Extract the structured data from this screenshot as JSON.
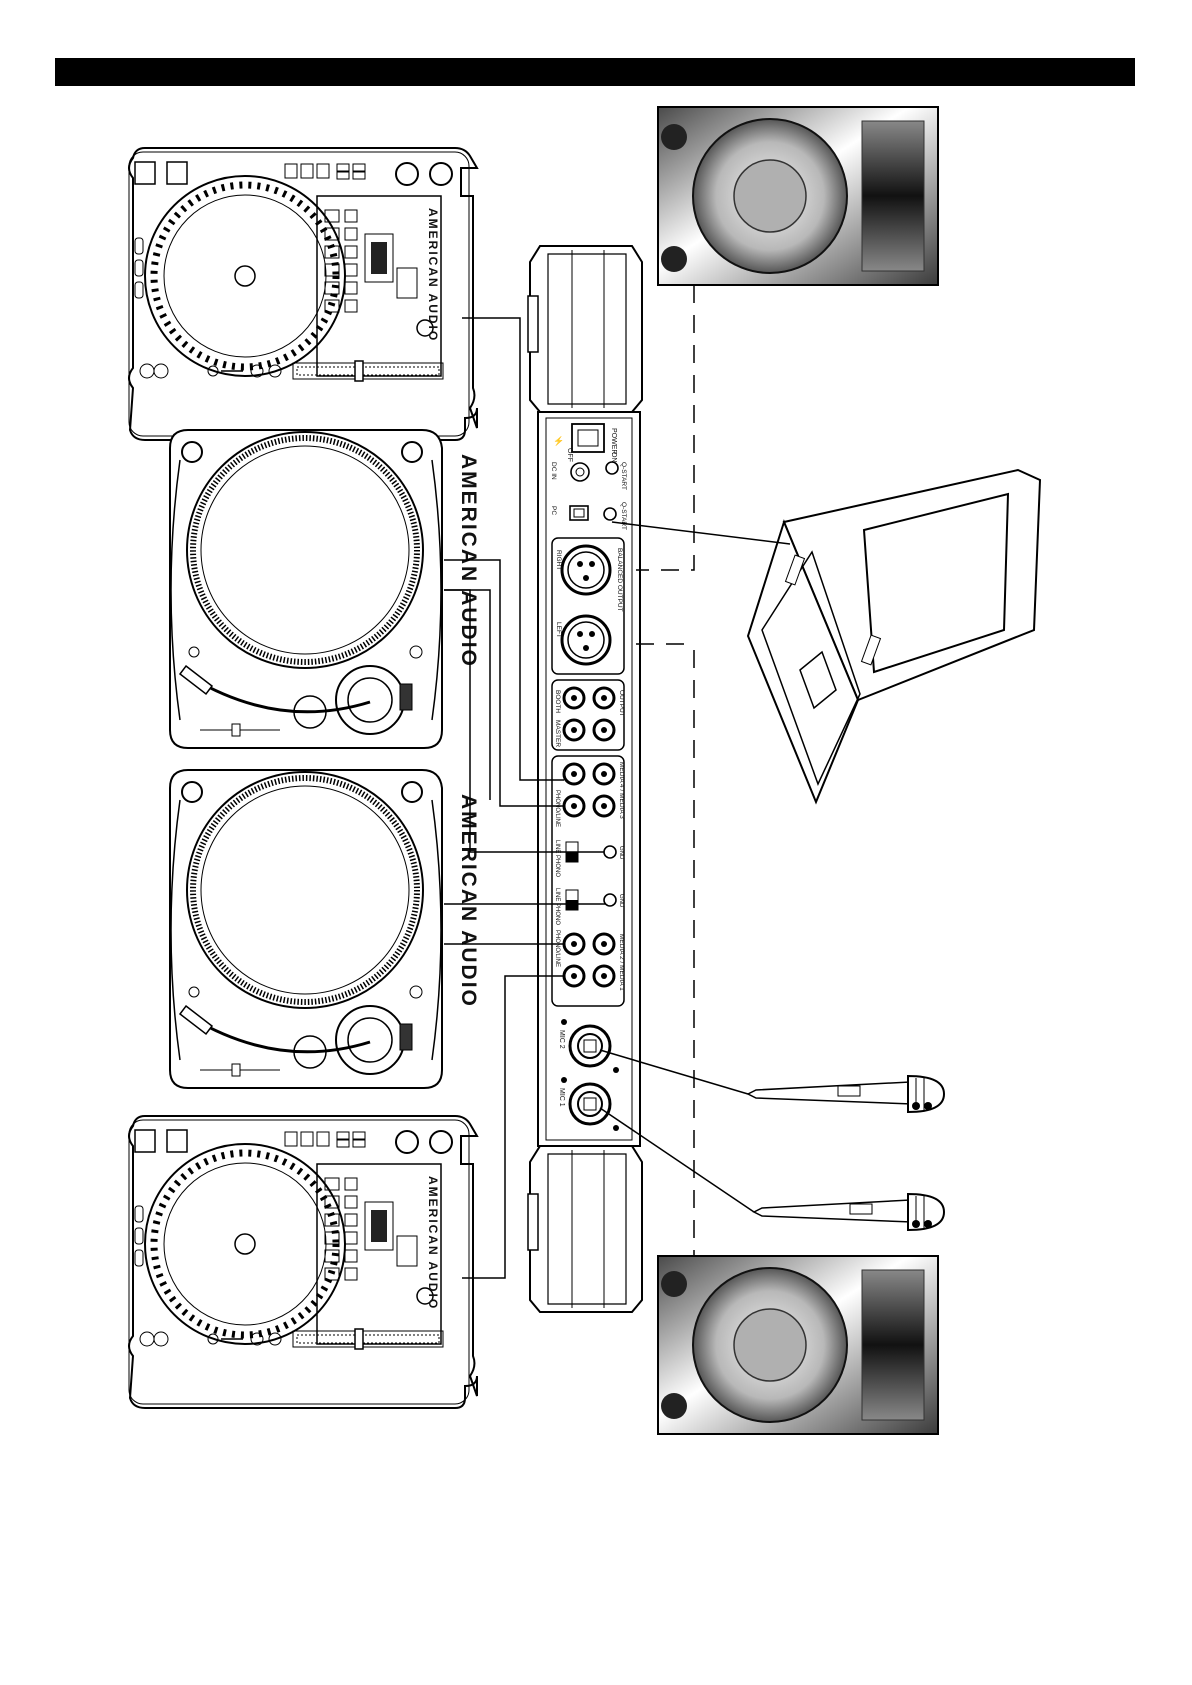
{
  "header": {
    "text": ""
  },
  "colors": {
    "bar": "#000000",
    "line": "#000000",
    "panel": "#ffffff"
  },
  "brand": "AMERICAN AUDIO",
  "cd_player": {
    "brand": "AMERICAN AUDIO"
  },
  "mixer": {
    "power": "POWER",
    "off": "OFF",
    "on": "ON",
    "q_start_1": "Q-START",
    "q_start_2": "Q-START",
    "dc_in": "DC IN",
    "pc": "PC",
    "balanced_output": "BALANCED OUTPUT",
    "right": "RIGHT",
    "left": "LEFT",
    "output": "OUTPUT",
    "booth": "BOOTH",
    "master": "MASTER",
    "line_phono_top": "MEDIA 4 / MEDIA 3",
    "phono_line": "PHONO/LINE",
    "gnd": "GND",
    "line_phono": "LINE PHONO",
    "line_phono_bottom": "MEDIA 2 / MEDIA 1",
    "mic_2": "MIC 2",
    "mic_1": "MIC 1"
  }
}
